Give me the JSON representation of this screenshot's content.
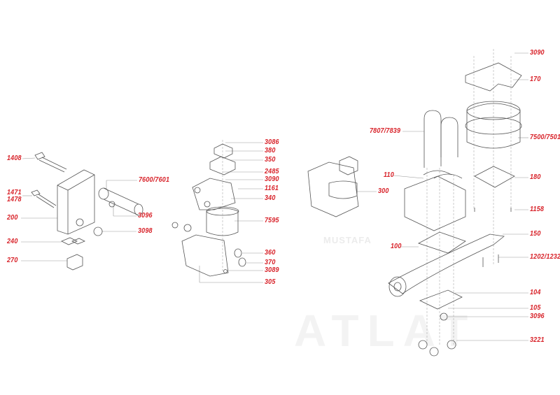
{
  "watermark": {
    "line1": "MUSTAFA",
    "line2": "ATLAT"
  },
  "accent_color": "#d8232a",
  "labels": {
    "left": [
      "1408",
      "1471",
      "1478",
      "200",
      "240",
      "270",
      "7600/7601",
      "3096",
      "3098"
    ],
    "middle": [
      "3086",
      "380",
      "350",
      "2485",
      "3090",
      "1161",
      "340",
      "7595",
      "360",
      "370",
      "3089",
      "305"
    ],
    "center": [
      "7807/7839",
      "110",
      "300",
      "100"
    ],
    "right": [
      "3090",
      "170",
      "7500/7501",
      "180",
      "1158",
      "150",
      "1202/1232",
      "104",
      "105",
      "3096",
      "3221"
    ]
  }
}
